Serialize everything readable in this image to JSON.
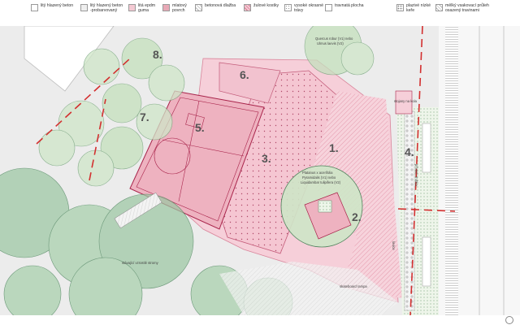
{
  "legend": [
    {
      "id": "lity-beton",
      "label": "litý hlazený beton",
      "color": "#ffffff",
      "pattern": "none"
    },
    {
      "id": "lity-beton-prob",
      "label": "litý hlazený beton\n-probarvovaný",
      "color": "#eeeeee",
      "pattern": "dots"
    },
    {
      "id": "epdm",
      "label": "litá epdm\nguma",
      "color": "#f4c9d3",
      "pattern": "none"
    },
    {
      "id": "mlatovy",
      "label": "mlatový\npovrch",
      "color": "#e8a9b6",
      "pattern": "none"
    },
    {
      "id": "dlazba",
      "label": "betonová dlažba",
      "color": "#ffffff",
      "pattern": "diag"
    },
    {
      "id": "kostky",
      "label": "žulové kostky",
      "color": "#f4c9d3",
      "pattern": "diag"
    },
    {
      "id": "travy",
      "label": "vysoké okrasné\ntrávy",
      "color": "#ffffff",
      "pattern": "dots"
    },
    {
      "id": "travnata",
      "label": "travnatá plocha",
      "color": "#ffffff",
      "pattern": "none"
    },
    {
      "id": "kere",
      "label": "plazivé nízké\nkeře",
      "color": "#ffffff",
      "pattern": "dots"
    },
    {
      "id": "vsakovaci",
      "label": "mělký vsakovací průleh\nosazený travinami",
      "color": "#ffffff",
      "pattern": "cross"
    }
  ],
  "map": {
    "zones": [
      {
        "id": "1",
        "label": "1."
      },
      {
        "id": "2",
        "label": "2."
      },
      {
        "id": "3",
        "label": "3."
      },
      {
        "id": "4",
        "label": "4."
      },
      {
        "id": "5",
        "label": "5."
      },
      {
        "id": "6",
        "label": "6."
      },
      {
        "id": "7",
        "label": "7."
      },
      {
        "id": "8",
        "label": "8."
      }
    ],
    "annotations": {
      "platanus": "Platanus x acerifolia",
      "pyramidalis": "Pyramidalis (V1) nebo",
      "liquidambar": "Liquidambar tulipifera (V2)",
      "quercus": "Quercus robur (V1) nebo",
      "ulmus": "Ulmus laevis (V2)",
      "stojany": "stojany na kola",
      "privod": "přívod / trubka",
      "lavice": "lavice",
      "rampa": "skateboard rampa",
      "strom": "stávající vzrostlé stromy"
    }
  },
  "colors": {
    "pink_fill": "#f5c6d2",
    "pink_dark": "#e58aa0",
    "magenta_line": "#c2185b",
    "red_dash": "#d32f2f",
    "green_tree": "#7fb38b",
    "green_light": "#bfe0b9",
    "grey_ground": "#e9e9e9"
  }
}
